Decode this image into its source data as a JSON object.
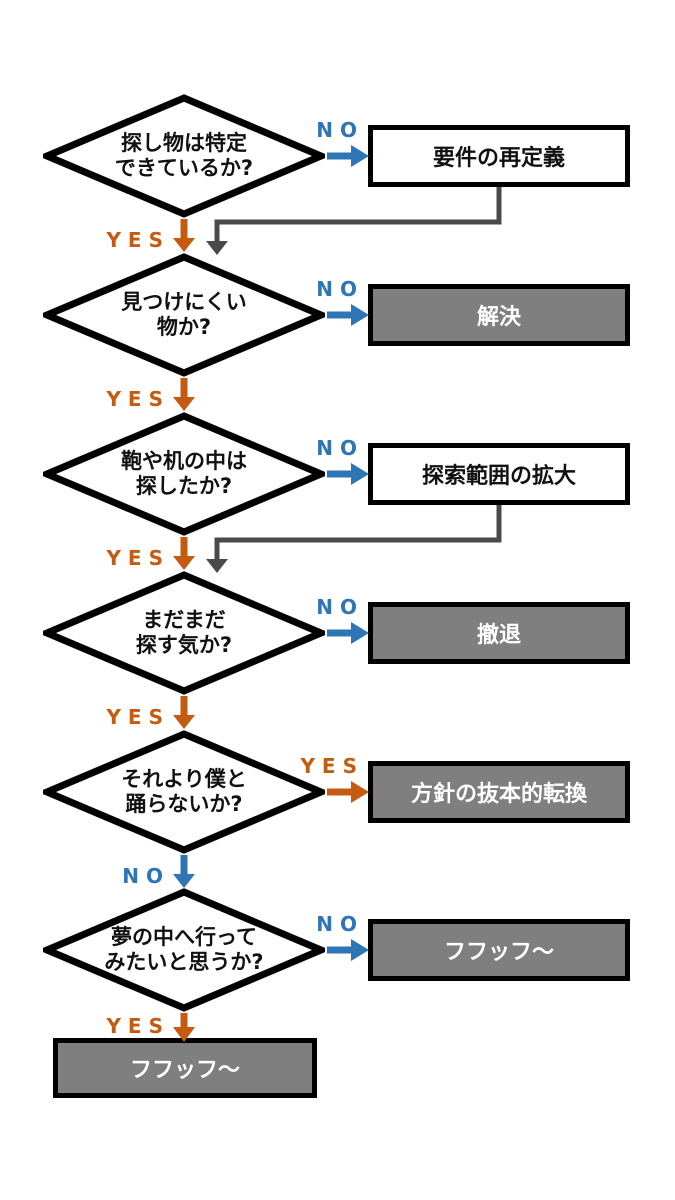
{
  "flow": {
    "colors": {
      "yes_orange": "#c55a11",
      "no_blue": "#2e75b6",
      "terminal_fill_gray": "#7f7f7f",
      "process_fill_white": "#ffffff",
      "feedback_connector_gray": "#4a4a4a",
      "outline_black": "#000000"
    },
    "rows": [
      {
        "question": [
          "探し物は特定",
          "できているか?"
        ],
        "right_label": "NO",
        "down_label": "YES",
        "result": "要件の再定義",
        "result_style": "process-white",
        "feedback_arrow": "yes"
      },
      {
        "question": [
          "見つけにくい",
          "物か?"
        ],
        "right_label": "NO",
        "down_label": "YES",
        "result": "解決",
        "result_style": "terminal-gray",
        "feedback_arrow": "no"
      },
      {
        "question": [
          "鞄や机の中は",
          "探したか?"
        ],
        "right_label": "NO",
        "down_label": "YES",
        "result": "探索範囲の拡大",
        "result_style": "process-white",
        "feedback_arrow": "yes"
      },
      {
        "question": [
          "まだまだ",
          "探す気か?"
        ],
        "right_label": "NO",
        "down_label": "YES",
        "result": "撤退",
        "result_style": "terminal-gray",
        "feedback_arrow": "no"
      },
      {
        "question": [
          "それより僕と",
          "踊らないか?"
        ],
        "right_label": "YES",
        "down_label": "NO",
        "result": "方針の抜本的転換",
        "result_style": "terminal-gray",
        "feedback_arrow": "no"
      },
      {
        "question": [
          "夢の中へ行って",
          "みたいと思うか?"
        ],
        "right_label": "NO",
        "down_label": "YES",
        "result": "フフッフ〜",
        "result_style": "terminal-gray",
        "feedback_arrow": "no"
      }
    ],
    "final": {
      "label": "フフッフ〜",
      "style": "terminal-gray"
    }
  }
}
